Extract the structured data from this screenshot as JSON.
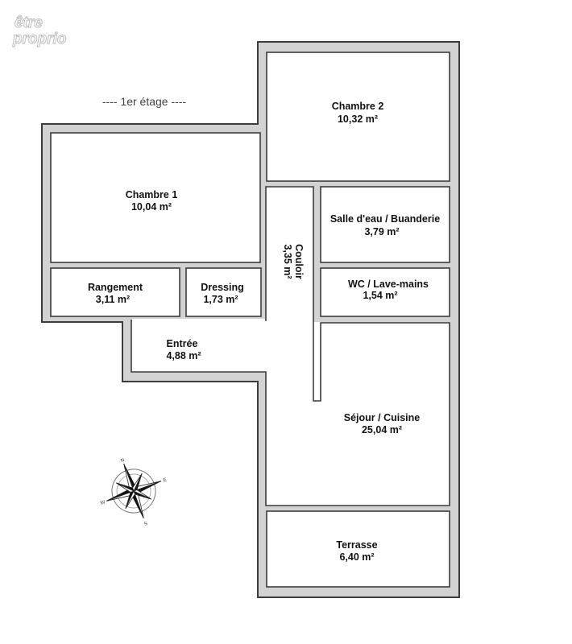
{
  "brand": {
    "logo_line1": "être",
    "logo_line2": "proprio"
  },
  "plan": {
    "level_label": "----  1er étage  ----",
    "rooms": [
      {
        "id": "chambre-2",
        "name": "Chambre 2",
        "area": "10,32 m²"
      },
      {
        "id": "chambre-1",
        "name": "Chambre 1",
        "area": "10,04 m²"
      },
      {
        "id": "salle-eau",
        "name": "Salle d'eau / Buanderie",
        "area": "3,79 m²"
      },
      {
        "id": "couloir",
        "name": "Couloir",
        "area": "3,35 m²"
      },
      {
        "id": "rangement",
        "name": "Rangement",
        "area": "3,11 m²"
      },
      {
        "id": "dressing",
        "name": "Dressing",
        "area": "1,73 m²"
      },
      {
        "id": "wc",
        "name": "WC / Lave-mains",
        "area": "1,54 m²"
      },
      {
        "id": "entree",
        "name": "Entrée",
        "area": "4,88 m²"
      },
      {
        "id": "sejour",
        "name": "Séjour / Cuisine",
        "area": "25,04 m²"
      },
      {
        "id": "terrasse",
        "name": "Terrasse",
        "area": "6,40 m²"
      }
    ]
  },
  "compass": {
    "n": "N",
    "e": "E",
    "s": "S",
    "w": "W"
  },
  "colors": {
    "wall": "#d2d2d2",
    "outline": "#3c3c3c",
    "room": "#ffffff"
  }
}
